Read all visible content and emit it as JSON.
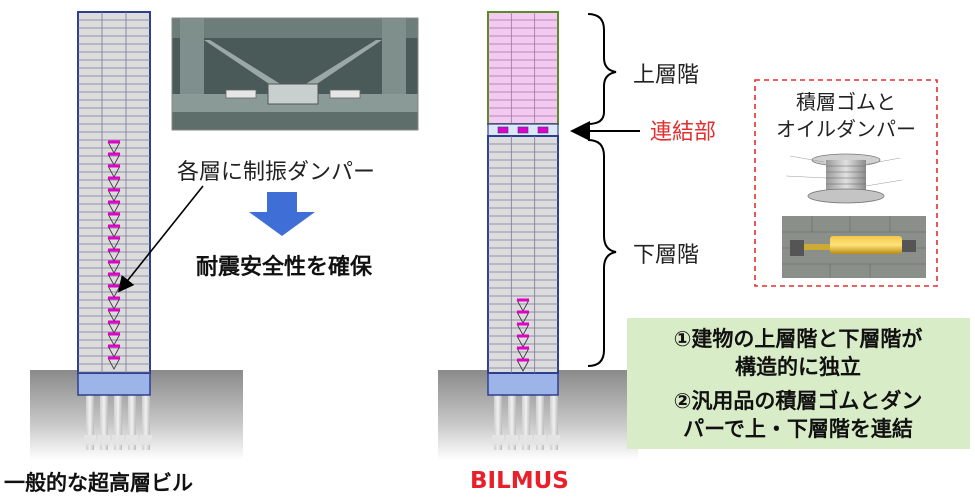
{
  "left_building": {
    "caption": "一般的な超高層ビル",
    "damper_label": "各層に制振ダンパー",
    "result_label": "耐震安全性を確保"
  },
  "right_building": {
    "caption": "BILMUS",
    "upper_label": "上層階",
    "joint_label": "連結部",
    "lower_label": "下層階",
    "component_title_1": "積層ゴムと",
    "component_title_2": "オイルダンパー"
  },
  "feature_box": {
    "line1": "①建物の上層階と下層階が",
    "line2": "構造的に独立",
    "line3": "②汎用品の積層ゴムとダン",
    "line4": "パーで上・下層階を連結"
  },
  "colors": {
    "building_outline": "#2f3f8f",
    "floor_fill": "#dcdcdc",
    "upper_fill": "#f3c9f1",
    "upper_outline": "#5a8a2a",
    "damper": "#e000c8",
    "base_fill": "#9db4e8",
    "ground": "#a9a9a9",
    "arrow_blue": "#3f6fd6",
    "joint_red": "#e03030",
    "feature_bg": "#d9ecc8",
    "caption_red": "#e8202a",
    "dash_red": "#e03030"
  }
}
